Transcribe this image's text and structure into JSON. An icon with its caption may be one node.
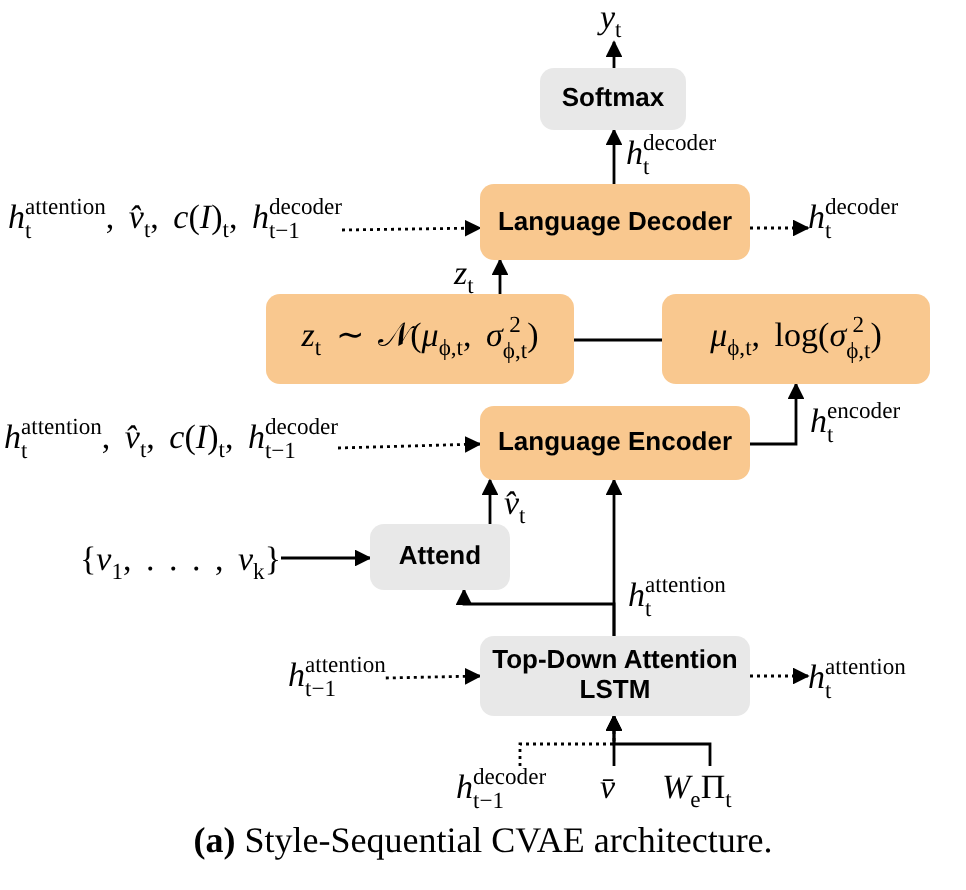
{
  "diagram": {
    "caption": "**(a)** Style-Sequential CVAE architecture.",
    "nodes": [
      {
        "text": [
          "*y*$_{t}$"
        ]
      },
      {
        "text": [
          "Softmax"
        ]
      },
      {
        "text": [
          "Language Decoder"
        ]
      },
      {
        "text": [
          "*h*$_{t}$$^{attention}$, *v̂*$_{t}$, *c*(*I*)$_{t}$, *h*$_{t−1}$$^{decoder}$"
        ]
      },
      {
        "text": [
          "*h*$_{t}$$^{decoder}$"
        ]
      },
      {
        "text": [
          "*z*$_{t}$ ∼ 𝒩(*μ*$_{ϕ,t}$, *σ*$_{ϕ,t}$$^{2}$)"
        ]
      },
      {
        "text": [
          "*μ*$_{ϕ,t}$, log(*σ*$_{ϕ,t}$$^{2}$)"
        ]
      },
      {
        "text": [
          "*h*$_{t}$$^{attention}$, *v̂*$_{t}$, *c*(*I*)$_{t}$, *h*$_{t−1}$$^{decoder}$"
        ]
      },
      {
        "text": [
          "Language Encoder"
        ]
      },
      {
        "text": [
          "{*v*$_{1}$, . . . , *v*$_{k}$}"
        ]
      },
      {
        "text": [
          "Attend"
        ]
      },
      {
        "text": [
          "*h*$_{t−1}$$^{attention}$"
        ]
      },
      {
        "text": [
          "Top-Down Attention LSTM"
        ]
      },
      {
        "text": [
          "*h*$_{t}$$^{attention}$"
        ]
      },
      {
        "text": [
          "*h*$_{t−1}$$^{decoder}$"
        ]
      },
      {
        "text": [
          "*v̄*"
        ]
      },
      {
        "text": [
          "*W*$_{e}$Π$_{t}$"
        ]
      }
    ],
    "edges": [
      {
        "from": 1,
        "to": 0,
        "arrow": "to"
      },
      {
        "from": 2,
        "to": 1,
        "arrow": "to",
        "label": "*h*$_{t}$$^{decoder}$"
      },
      {
        "from": 3,
        "to": 2,
        "arrow": "to",
        "style": "dashed"
      },
      {
        "from": 2,
        "to": 4,
        "arrow": "to",
        "style": "dashed"
      },
      {
        "from": 5,
        "to": 2,
        "arrow": "to",
        "label": "*z*$_{t}$"
      },
      {
        "from": 5,
        "to": 6,
        "arrow": "none"
      },
      {
        "from": 7,
        "to": 8,
        "arrow": "to",
        "style": "dashed"
      },
      {
        "from": 8,
        "to": 6,
        "arrow": "to",
        "label": "*h*$_{t}$$^{encoder}$"
      },
      {
        "from": 10,
        "to": 8,
        "arrow": "to",
        "label": "*v̂*$_{t}$"
      },
      {
        "from": 9,
        "to": 10,
        "arrow": "to"
      },
      {
        "from": 12,
        "to": 8,
        "arrow": "to",
        "label": "*h*$_{t}$$^{attention}$"
      },
      {
        "from": 12,
        "to": 10,
        "arrow": "to"
      },
      {
        "from": 11,
        "to": 12,
        "arrow": "to",
        "style": "dashed"
      },
      {
        "from": 12,
        "to": 13,
        "arrow": "to",
        "style": "dashed"
      },
      {
        "from": 14,
        "to": 12,
        "arrow": "to",
        "style": "dashed"
      },
      {
        "from": 15,
        "to": 12,
        "arrow": "to"
      },
      {
        "from": 16,
        "to": 12,
        "arrow": "to"
      }
    ]
  }
}
